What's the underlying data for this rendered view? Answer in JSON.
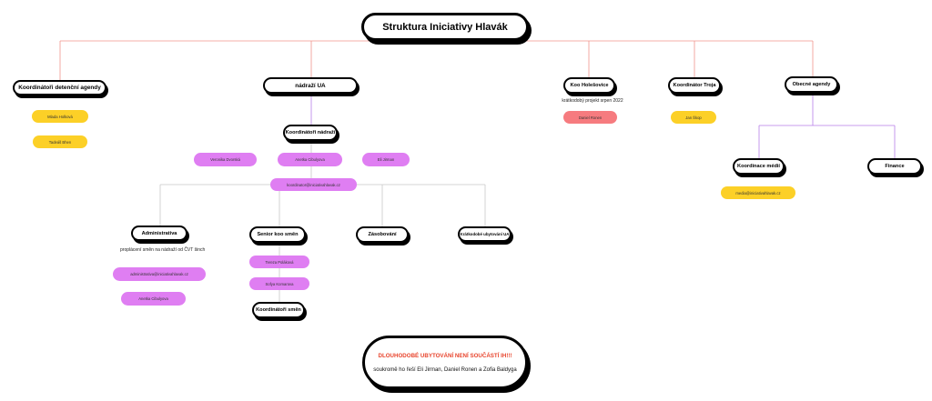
{
  "title": "Struktura Iniciativy Hlavák",
  "branches": {
    "detention": {
      "label": "Koordinátoři detenční agendy",
      "people": [
        "Mlada Holková",
        "Tadeáš Bhen"
      ]
    },
    "nadrazi": {
      "label": "nádraží UA",
      "coord": {
        "label": "Koordinátoři nádraží",
        "people": [
          "Veronika Dvorská",
          "Anetka Cibulyova",
          "Eli Jirman"
        ],
        "email": "koordinator@iniciativahlavak.cz"
      },
      "admin": {
        "label": "Administrativa",
        "note": "proplácení směn na nádraží od ČVT šinch",
        "email": "administrativa@iniciativahlavak.cz",
        "person": "Anetka Cibulyova"
      },
      "senior": {
        "label": "Senior koo směn",
        "people": [
          "Tereza Poláková",
          "Sofya Komarova"
        ],
        "sub": "Koordinátoři směn"
      },
      "supply": {
        "label": "Zásobování"
      },
      "short": {
        "label": "Krátkodobé ubytování UA"
      }
    },
    "holesovice": {
      "label": "Koo Holešovice",
      "note": "krátkodobý projekt srpen 2022",
      "person": "Daniel Ronen"
    },
    "troja": {
      "label": "Koordinátor Troja",
      "person": "Jan Škop"
    },
    "general": {
      "label": "Obecné agendy",
      "media": {
        "label": "Koordinace médií",
        "email": "media@iniciativahlavak.cz"
      },
      "finance": {
        "label": "Finance"
      }
    }
  },
  "bottom_note": {
    "warning": "DLOUHODOBÉ UBYTOVÁNÍ NENÍ SOUČÁSTÍ IH!!!",
    "text": "soukromě ho řeší Eli Jirman, Daniel Ronen a Zofia Baldyga"
  },
  "colors": {
    "top_line": "#f0948c",
    "purple_line": "#b77ee8",
    "gray_line": "#c8c8c8",
    "pink": "#df7ef2",
    "yellow": "#fcd027",
    "red": "#f67b7f",
    "warning": "#e8442c"
  }
}
